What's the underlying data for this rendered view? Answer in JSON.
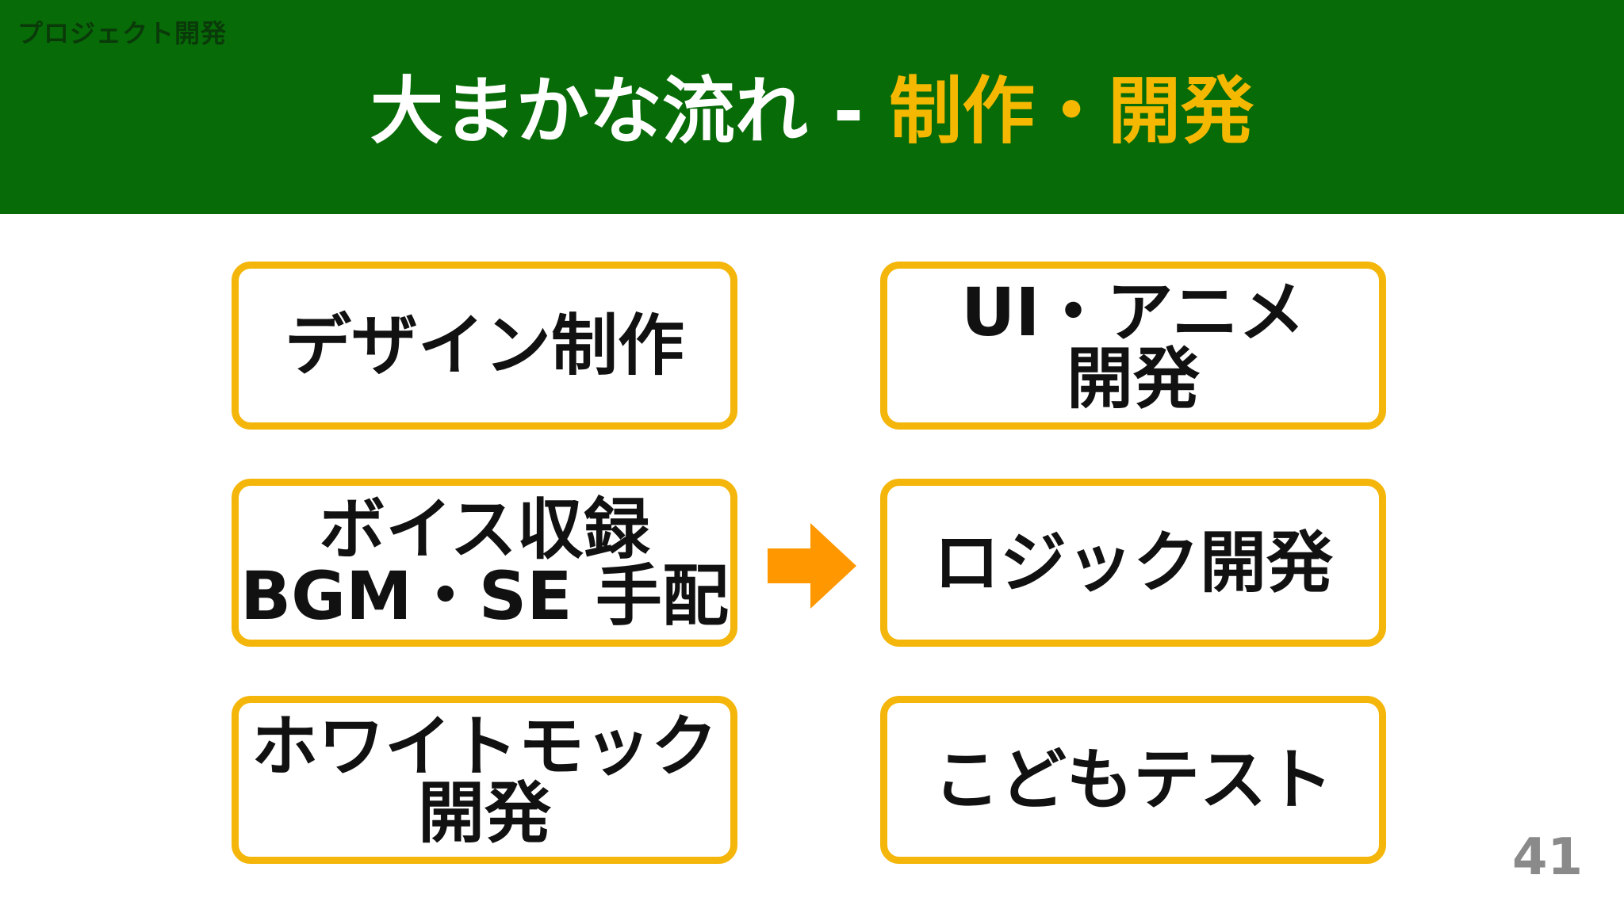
{
  "header": {
    "section_label": "プロジェクト開発",
    "title_main": "大まかな流れ",
    "title_separator": " - ",
    "title_accent": "制作・開発",
    "background_color": "#076b07",
    "accent_color": "#f5b800"
  },
  "left_boxes": [
    {
      "lines": [
        "デザイン制作"
      ]
    },
    {
      "lines": [
        "ボイス収録",
        "BGM・SE 手配"
      ]
    },
    {
      "lines": [
        "ホワイトモック",
        "開発"
      ]
    }
  ],
  "right_boxes": [
    {
      "lines": [
        "UI・アニメ",
        "開発"
      ]
    },
    {
      "lines": [
        "ロジック開発"
      ]
    },
    {
      "lines": [
        "こどもテスト"
      ]
    }
  ],
  "arrow": {
    "icon": "arrow-right-icon",
    "color": "#ff9800"
  },
  "box_border_color": "#f4b60a",
  "page_number": "41"
}
